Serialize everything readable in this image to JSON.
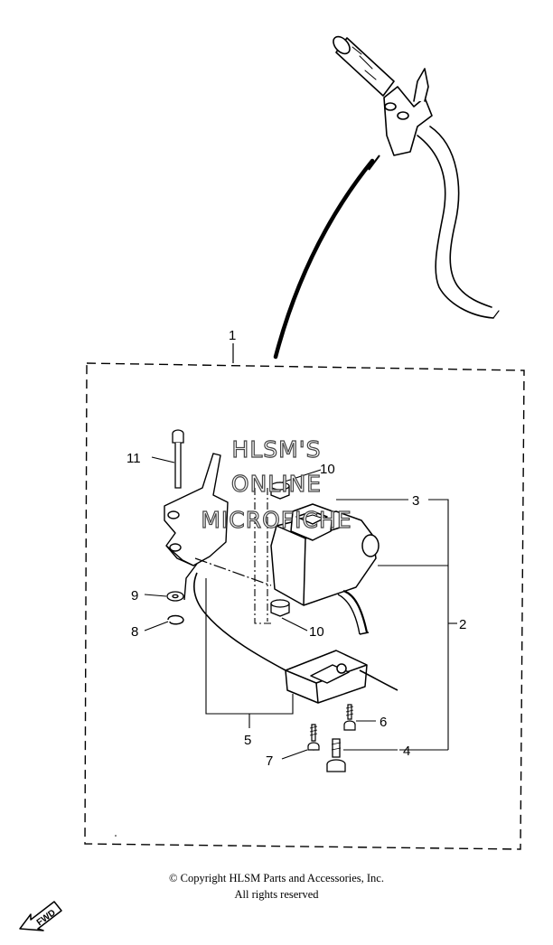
{
  "watermark": {
    "line1": "HLSM'S",
    "line2": "ONLINE",
    "line3": "MICROFICHE"
  },
  "callouts": {
    "c1": "1",
    "c2": "2",
    "c3": "3",
    "c4": "4",
    "c5": "5",
    "c6": "6",
    "c7": "7",
    "c8": "8",
    "c9": "9",
    "c10a": "10",
    "c10b": "10",
    "c11": "11"
  },
  "copyright": {
    "line1": "© Copyright HLSM Parts and Accessories, Inc.",
    "line2": "All rights reserved"
  },
  "fwd_label": "FWD"
}
